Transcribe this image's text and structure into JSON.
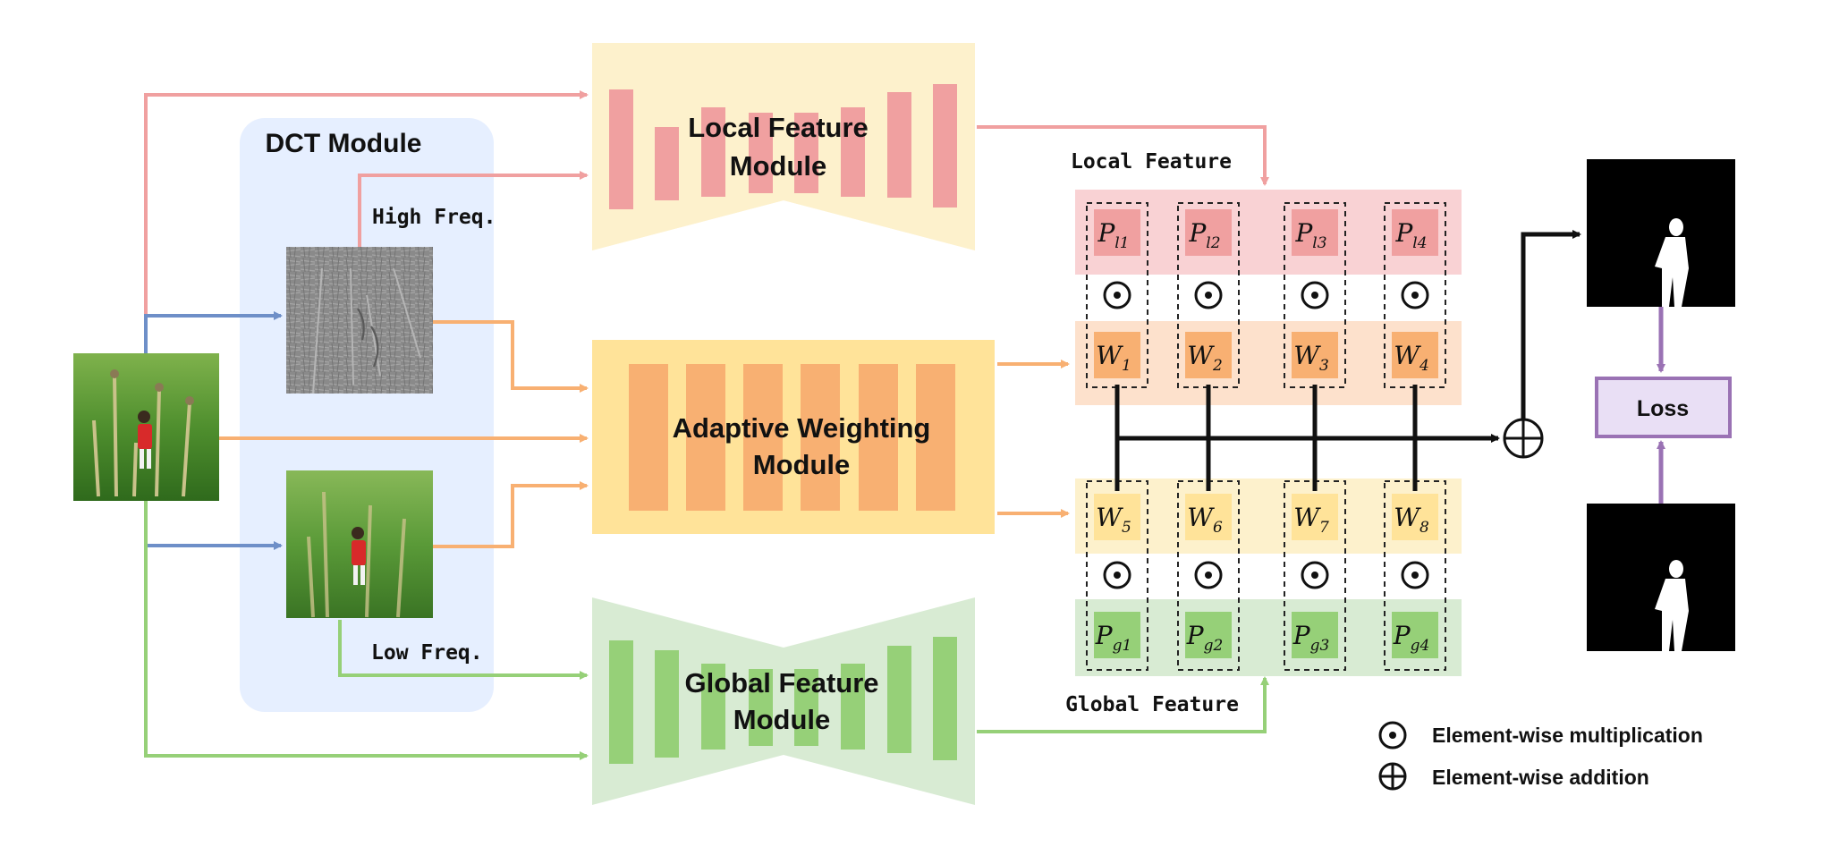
{
  "colors": {
    "local": "#f0a0a0",
    "local_bg": "#fdf1cc",
    "weight": "#f8b072",
    "weight_bg": "#ffe399",
    "global": "#96d078",
    "global_bg": "#d8ebd3",
    "dct_bg": "#e6efff",
    "blue_arrow": "#6e8fc8",
    "purple": "#9a72b4",
    "loss_bg": "#e9dff5"
  },
  "dct": {
    "title": "DCT Module",
    "high_label": "High Freq.",
    "low_label": "Low Freq."
  },
  "modules": {
    "local": {
      "line1": "Local Feature",
      "line2": "Module"
    },
    "adaptive": {
      "line1": "Adaptive Weighting",
      "line2": "Module"
    },
    "global": {
      "line1": "Global Feature",
      "line2": "Module"
    }
  },
  "features": {
    "local_label": "Local Feature",
    "global_label": "Global Feature"
  },
  "grid": {
    "local": [
      {
        "sym": "P",
        "sub": "l1"
      },
      {
        "sym": "P",
        "sub": "l2"
      },
      {
        "sym": "P",
        "sub": "l3"
      },
      {
        "sym": "P",
        "sub": "l4"
      }
    ],
    "w_top": [
      {
        "sym": "W",
        "sub": "1"
      },
      {
        "sym": "W",
        "sub": "2"
      },
      {
        "sym": "W",
        "sub": "3"
      },
      {
        "sym": "W",
        "sub": "4"
      }
    ],
    "w_bottom": [
      {
        "sym": "W",
        "sub": "5"
      },
      {
        "sym": "W",
        "sub": "6"
      },
      {
        "sym": "W",
        "sub": "7"
      },
      {
        "sym": "W",
        "sub": "8"
      }
    ],
    "global": [
      {
        "sym": "P",
        "sub": "g1"
      },
      {
        "sym": "P",
        "sub": "g2"
      },
      {
        "sym": "P",
        "sub": "g3"
      },
      {
        "sym": "P",
        "sub": "g4"
      }
    ],
    "mult_symbol": "⊙",
    "add_symbol": "⊕"
  },
  "loss": {
    "label": "Loss"
  },
  "legend": [
    {
      "symbol": "⊙",
      "text": "Element-wise multiplication",
      "icon": "odot-icon"
    },
    {
      "symbol": "⊕",
      "text": "Element-wise addition",
      "icon": "oplus-icon"
    }
  ]
}
